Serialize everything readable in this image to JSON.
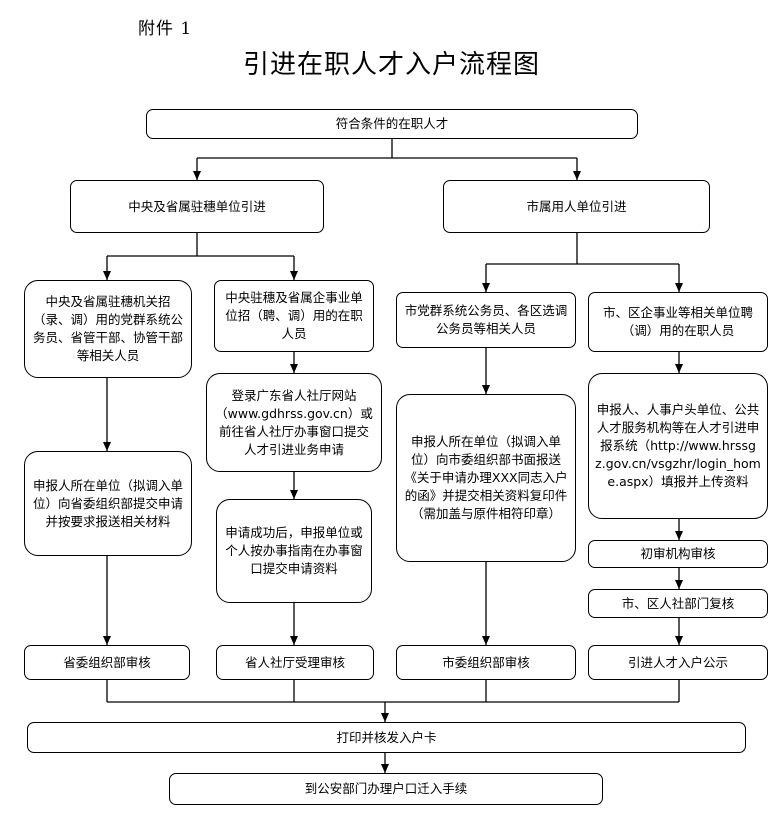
{
  "header": {
    "annex": "附件 1",
    "title": "引进在职人才入户流程图"
  },
  "nodes": {
    "root": "符合条件的在职人才",
    "central": "中央及省属驻穗单位引进",
    "city": "市属用人单位引进",
    "central_a": "中央及省属驻穗机关招（录、调）用的党群系统公务员、省管干部、协管干部等相关人员",
    "central_b": "中央驻穗及省属企事业单位招（聘、调）用的在职人员",
    "city_a": "市党群系统公务员、各区选调公务员等相关人员",
    "city_b": "市、区企事业等相关单位聘（调）用的在职人员",
    "central_a_step1": "申报人所在单位（拟调入单位）向省委组织部提交申请并按要求报送相关材料",
    "central_b_step1": "登录广东省人社厅网站（www.gdhrss.gov.cn）或前往省人社厅办事窗口提交人才引进业务申请",
    "central_b_step2": "申请成功后，申报单位或个人按办事指南在办事窗口提交申请资料",
    "city_a_step1": "申报人所在单位（拟调入单位）向市委组织部书面报送《关于申请办理XXX同志入户的函》并提交相关资料复印件（需加盖与原件相符印章）",
    "city_b_step1": "申报人、人事户头单位、公共人才服务机构等在人才引进申报系统（http://www.hrssgz.gov.cn/vsgzhr/login_home.aspx）填报并上传资料",
    "city_b_step2": "初审机构审核",
    "city_b_step3": "市、区人社部门复核",
    "review_provincial_org": "省委组织部审核",
    "review_provincial_hr": "省人社厅受理审核",
    "review_city_org": "市委组织部审核",
    "publicity": "引进人才入户公示",
    "print_card": "打印并核发入户卡",
    "police": "到公安部门办理户口迁入手续"
  }
}
